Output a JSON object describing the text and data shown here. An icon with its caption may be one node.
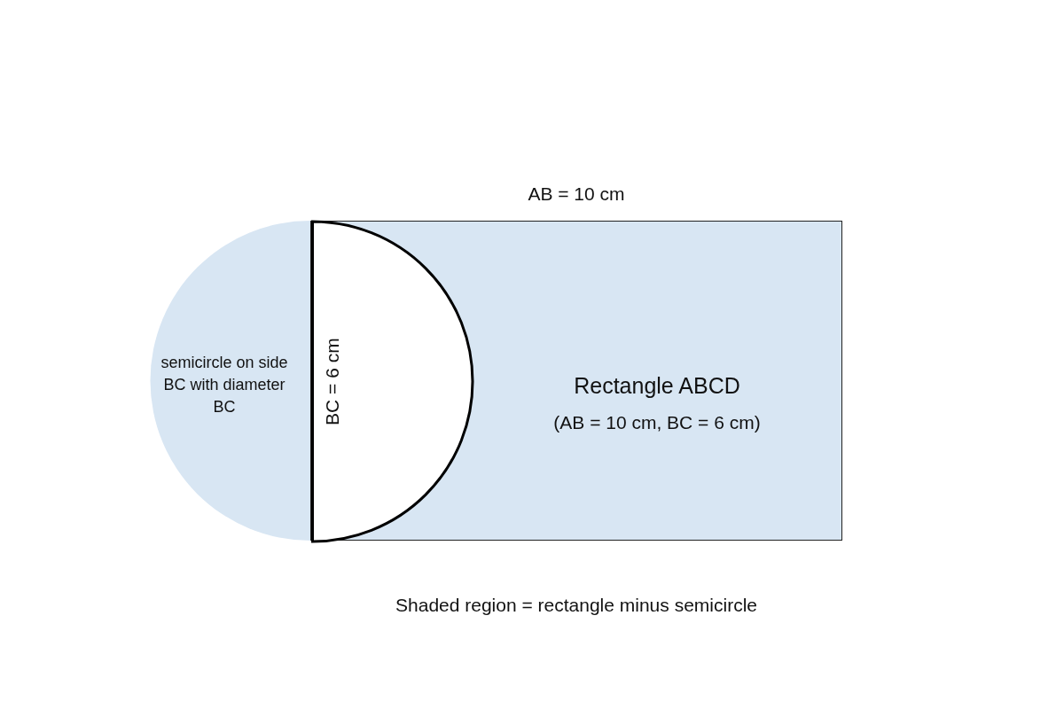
{
  "diagram": {
    "caption": "Shaded region = rectangle minus semicircle",
    "nodes": [
      {
        "text": [
          "Rectangle ABCD",
          "(AB = 10 cm, BC = 6 cm)"
        ],
        "beside": [
          "AB = 10 cm"
        ]
      },
      {
        "text": [],
        "shape": "semicircle",
        "in": 0
      },
      {
        "text": [
          "semicircle on side BC with diameter BC"
        ]
      }
    ],
    "labels": [
      "BC = 6 cm"
    ]
  }
}
